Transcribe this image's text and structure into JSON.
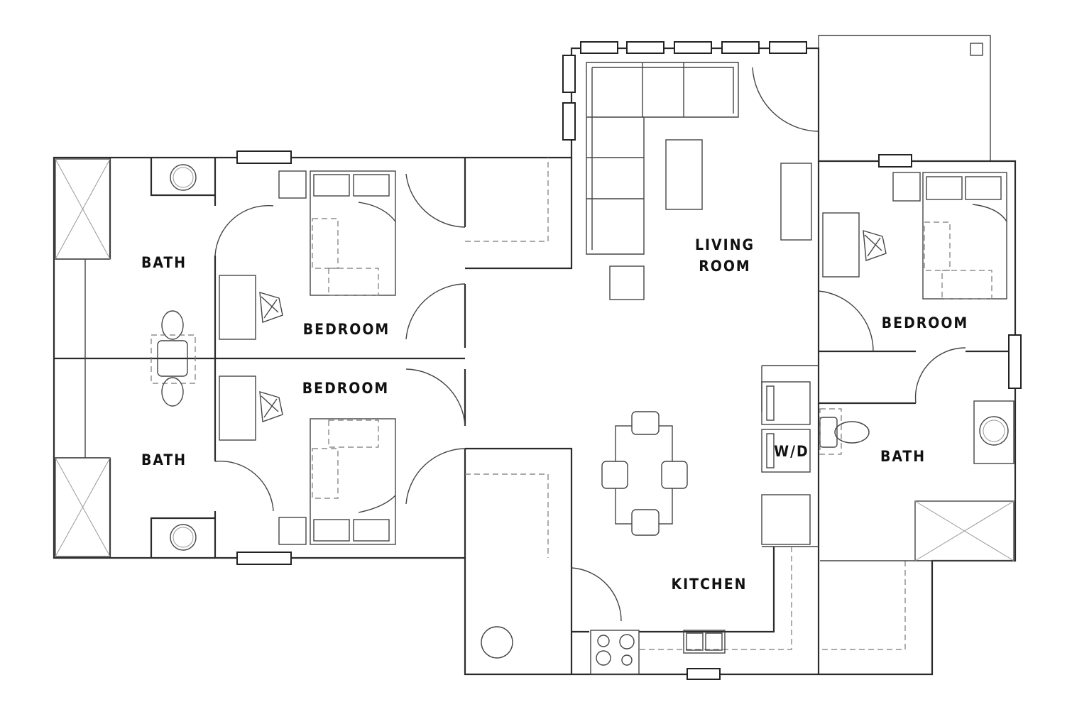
{
  "rooms": {
    "bath_upper_left": "BATH",
    "bedroom_upper_left": "BEDROOM",
    "bedroom_lower_left": "BEDROOM",
    "bath_lower_left": "BATH",
    "living_room_line1": "LIVING",
    "living_room_line2": "ROOM",
    "bedroom_right": "BEDROOM",
    "bath_right": "BATH",
    "laundry": "W/D",
    "kitchen": "KITCHEN"
  },
  "colors": {
    "walls": "#2b2b2b",
    "background": "#ffffff"
  }
}
